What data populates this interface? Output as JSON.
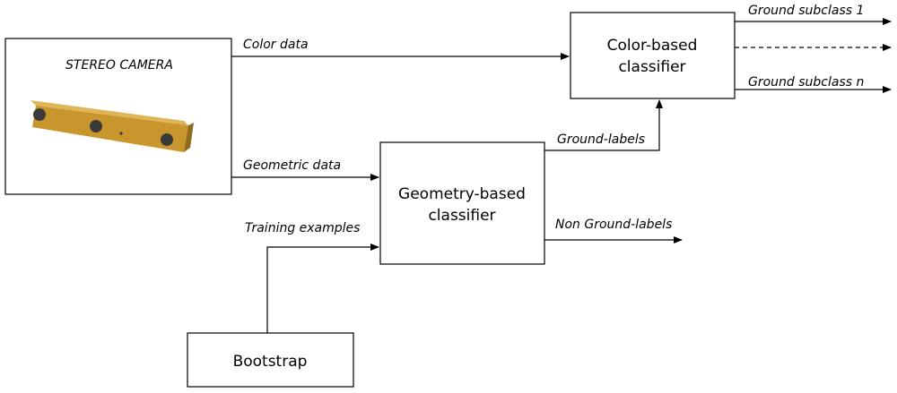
{
  "nodes": {
    "camera": {
      "title": "STEREO CAMERA"
    },
    "color_classifier": {
      "line1": "Color-based",
      "line2": "classifier"
    },
    "geometry_classifier": {
      "line1": "Geometry-based",
      "line2": "classifier"
    },
    "bootstrap": {
      "label": "Bootstrap"
    }
  },
  "edges": {
    "color_data": "Color data",
    "geometric_data": "Geometric data",
    "training_examples": "Training examples",
    "ground_labels": "Ground-labels",
    "non_ground_labels": "Non Ground-labels",
    "ground_subclass_1": "Ground subclass 1",
    "ground_subclass_n": "Ground subclass n"
  },
  "colors": {
    "stroke": "#000000",
    "camera_body": "#c9962e",
    "camera_lens": "#3a3a3a"
  }
}
